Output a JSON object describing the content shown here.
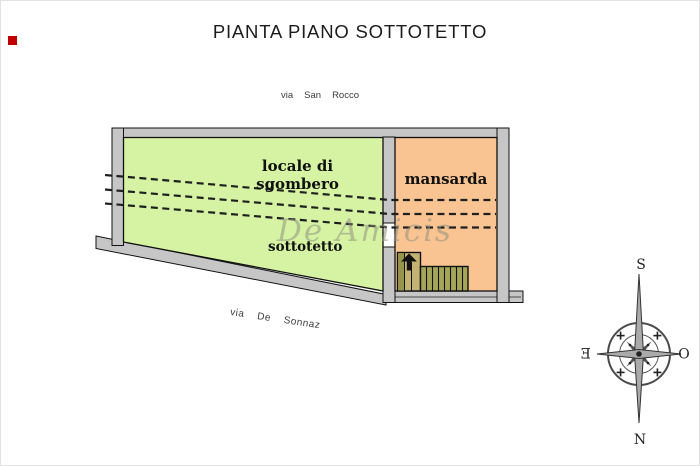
{
  "title": "PIANTA PIANO SOTTOTETTO",
  "street_top": {
    "w1": "via",
    "w2": "San",
    "w3": "Rocco"
  },
  "street_bottom": {
    "w1": "via",
    "w2": "De",
    "w3": "Sonnaz"
  },
  "plan": {
    "rooms": [
      {
        "id": "locale-di-sgombero",
        "label": "locale di sgombero",
        "color": "#d5f3a3"
      },
      {
        "id": "mansarda",
        "label": "mansarda",
        "color": "#f9c491"
      },
      {
        "id": "sottotetto",
        "label": "sottotetto",
        "color": "#d5f3a3"
      }
    ],
    "dashed_lines_count": 3
  },
  "watermark": "De Amicis",
  "compass": {
    "top": "S",
    "bottom": "N",
    "left": "Ǝ",
    "right": "O"
  },
  "colors": {
    "room_green": "#d5f3a3",
    "room_orange": "#f9c491",
    "wall_gray": "#c6c6c6",
    "stairs_olive": "#a6a658",
    "stairs_tan": "#c3b272",
    "stairs_dark": "#96964b",
    "marker_red": "#c10000"
  }
}
